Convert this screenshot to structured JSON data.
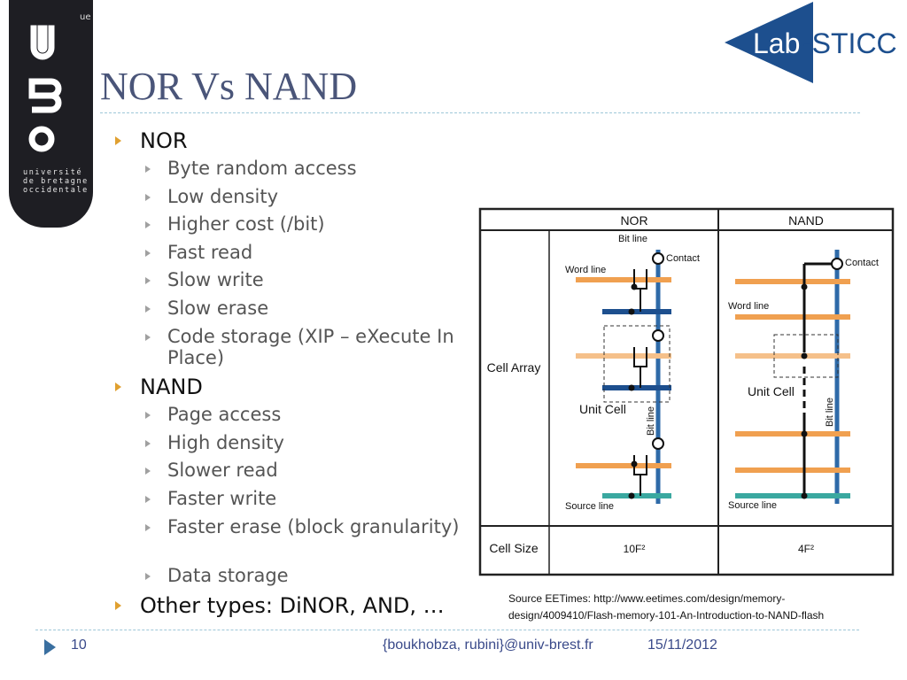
{
  "slide": {
    "title": "NOR Vs NAND",
    "page_number": "10",
    "footer_authors": "{boukhobza, rubini}@univ-brest.fr",
    "footer_date": "15/11/2012"
  },
  "logos": {
    "ubo_text": "université de bretagne occidentale",
    "lab": "Lab-STICC"
  },
  "bullets": [
    {
      "level": 1,
      "text": "NOR"
    },
    {
      "level": 2,
      "text": "Byte random access"
    },
    {
      "level": 2,
      "text": "Low density"
    },
    {
      "level": 2,
      "text": "Higher cost (/bit)"
    },
    {
      "level": 2,
      "text": "Fast read"
    },
    {
      "level": 2,
      "text": "Slow write"
    },
    {
      "level": 2,
      "text": "Slow erase"
    },
    {
      "level": 2,
      "text": "Code storage (XIP – eXecute In Place)"
    },
    {
      "level": 1,
      "text": "NAND"
    },
    {
      "level": 2,
      "text": "Page access"
    },
    {
      "level": 2,
      "text": "High density"
    },
    {
      "level": 2,
      "text": "Slower read"
    },
    {
      "level": 2,
      "text": "Faster write"
    },
    {
      "level": 2,
      "text": "Faster erase (block granularity)"
    },
    {
      "level": 2,
      "text": "Data storage"
    },
    {
      "level": 1,
      "text": "Other types: DiNOR, AND, …"
    }
  ],
  "diagram": {
    "col_nor": "NOR",
    "col_nand": "NAND",
    "row_cell_array": "Cell Array",
    "row_cell_size": "Cell Size",
    "nor_bit_line": "Bit line",
    "nor_contact": "Contact",
    "nor_word_line": "Word line",
    "nor_unit_cell": "Unit Cell",
    "nor_bit_line_vertical": "Bit line",
    "nor_source_line": "Source line",
    "nand_contact": "Contact",
    "nand_word_line": "Word line",
    "nand_unit_cell": "Unit Cell",
    "nand_bit_line_vertical": "Bit line",
    "nand_source_line": "Source line",
    "nor_cell_size": "10F²",
    "nand_cell_size": "4F²"
  },
  "source_note": "Source EETimes: http://www.eetimes.com/design/memory-design/4009410/Flash-memory-101-An-Introduction-to-NAND-flash",
  "colors": {
    "title": "#4a5579",
    "bullet_l1": "#e0a030",
    "word_line": "#f0a050",
    "bit_line": "#2e6aa8",
    "source_line": "#3aa8a0"
  }
}
